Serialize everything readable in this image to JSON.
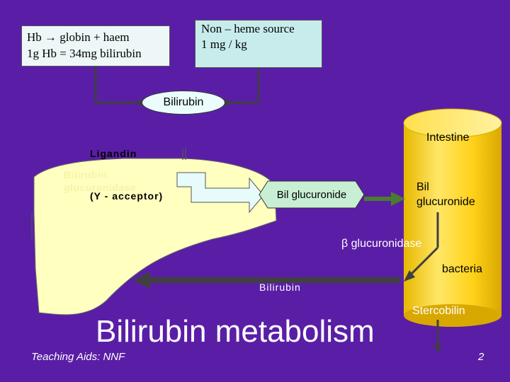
{
  "source_box": {
    "line1": "Hb → globin + haem",
    "line2": "1g Hb = 34mg bilirubin"
  },
  "nonheme_box": {
    "line1": "Non – heme source",
    "line2": "1 mg / kg"
  },
  "bilirubin_node": "Bilirubin",
  "ligandin": {
    "line1": "Ligandin",
    "line2": "(Y - acceptor)"
  },
  "liver_enzyme": {
    "line1": "Bilirubin",
    "line2": "glucuronidase"
  },
  "intestine_label": "Intestine",
  "bil_glucuronide_liver": "Bil glucuronide",
  "bil_glucuronide_intestine": {
    "line1": "Bil",
    "line2": "glucuronide"
  },
  "beta_glucuronidase": "β glucuronidase",
  "bacteria": "bacteria",
  "bilirubin_bottom": "Bilirubin",
  "stercobilin": "Stercobilin",
  "title": "Bilirubin metabolism",
  "footer": "Teaching Aids: NNF",
  "page_number": "2",
  "colors": {
    "background": "#5a1ea6",
    "liver": "#ffffc0",
    "intestine": "#ffd700",
    "arrows": "#404040",
    "green_arrow": "#4a7c2e"
  }
}
